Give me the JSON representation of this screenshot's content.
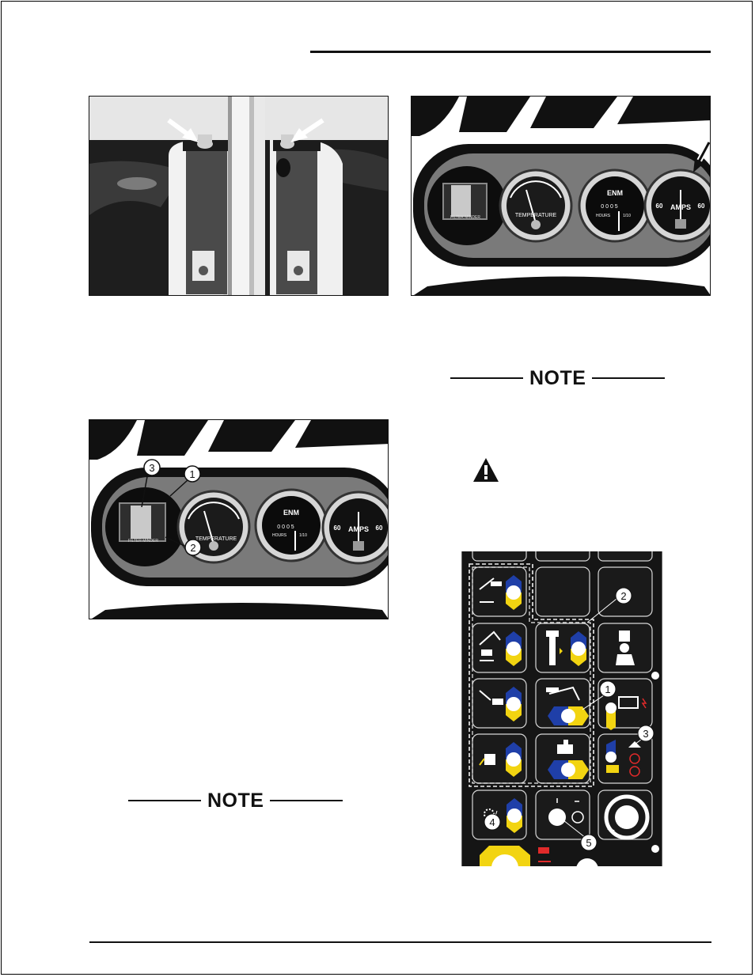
{
  "notes": {
    "note_1_label": "NOTE",
    "note_2_label": "NOTE"
  },
  "photo_1": {
    "decal_text_left": "",
    "decal_text_right": ""
  },
  "photo_2": {
    "gauge_filter_text": "FILTER MINDER",
    "gauge_temp_label": "TEMPERATURE",
    "gauge_hours_brand": "ENM",
    "gauge_hours_label": "HOURS",
    "gauge_hours_counter": "0 0 0 5",
    "gauge_hours_tenths": "1/10",
    "gauge_amps_label": "AMPS",
    "gauge_amps_left": "60",
    "gauge_amps_right": "60"
  },
  "photo_3": {
    "gauge_filter_text": "FILTER MINDER",
    "gauge_temp_label": "TEMPERATURE",
    "gauge_hours_brand": "ENM",
    "gauge_hours_label": "HOURS",
    "gauge_hours_counter": "0 0 0 5",
    "gauge_hours_tenths": "1/10",
    "gauge_amps_label": "AMPS",
    "gauge_amps_left": "60",
    "gauge_amps_right": "60",
    "callouts": [
      "1",
      "2",
      "3"
    ]
  },
  "panel": {
    "callouts": [
      "1",
      "2",
      "3",
      "4",
      "5"
    ]
  }
}
